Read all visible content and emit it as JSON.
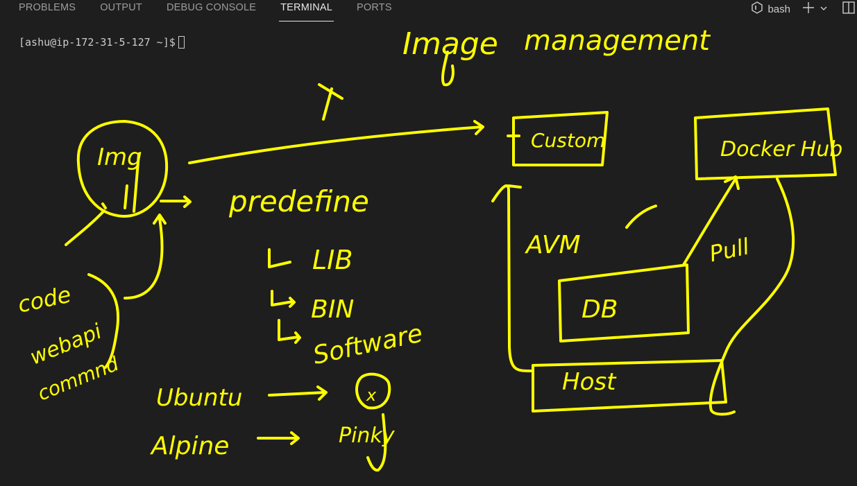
{
  "panel_tabs": [
    {
      "label": "PROBLEMS",
      "active": false
    },
    {
      "label": "OUTPUT",
      "active": false
    },
    {
      "label": "DEBUG CONSOLE",
      "active": false
    },
    {
      "label": "TERMINAL",
      "active": true
    },
    {
      "label": "PORTS",
      "active": false
    }
  ],
  "terminal": {
    "shell": "bash",
    "prompt": "[ashu@ip-172-31-5-127 ~]$"
  },
  "icons": {
    "shell": "terminal-shell-icon",
    "add": "plus-icon",
    "dropdown": "chevron-down-icon",
    "split": "split-terminal-icon"
  },
  "annotations": {
    "color": "#ffff00",
    "title_1": "Image",
    "title_2": "management",
    "img": "Img",
    "code_1": "code",
    "code_2": "webapi",
    "code_3": "commnd",
    "predefine": "predefine",
    "lib": "LIB",
    "bin": "BIN",
    "software": "Software",
    "ubuntu": "Ubuntu",
    "alpine": "Alpine",
    "x_mark": "X",
    "x_circle": "x",
    "pinky": "Pinky",
    "custom": "Custom",
    "docker_hub": "Docker Hub",
    "avm": "AVM",
    "pull": "Pull",
    "db": "DB",
    "host": "Host"
  }
}
